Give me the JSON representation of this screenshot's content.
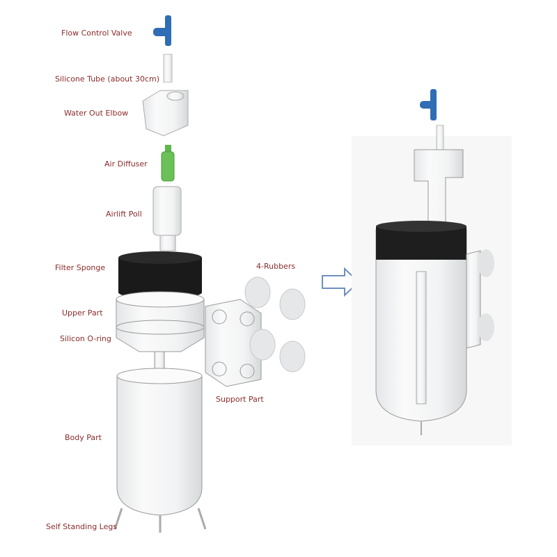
{
  "labels": {
    "flow_control_valve": "Flow Control Valve",
    "silicone_tube": "Silicone Tube (about 30cm)",
    "water_out_elbow": "Water Out Elbow",
    "air_diffuser": "Air Diffuser",
    "airlift_poll": "Airlift Poll",
    "filter_sponge": "Filter Sponge",
    "upper_part": "Upper Part",
    "silicon_oring": "Silicon O-ring",
    "body_part": "Body Part",
    "self_standing_legs": "Self Standing Legs",
    "rubbers": "4-Rubbers",
    "support_part": "Support Part"
  },
  "colors": {
    "label": "#8a2b2b",
    "valve": "#2f6db5",
    "diffuser": "#5cb84a",
    "sponge": "#1a1a1a",
    "arrow": "#6f8fc0"
  }
}
